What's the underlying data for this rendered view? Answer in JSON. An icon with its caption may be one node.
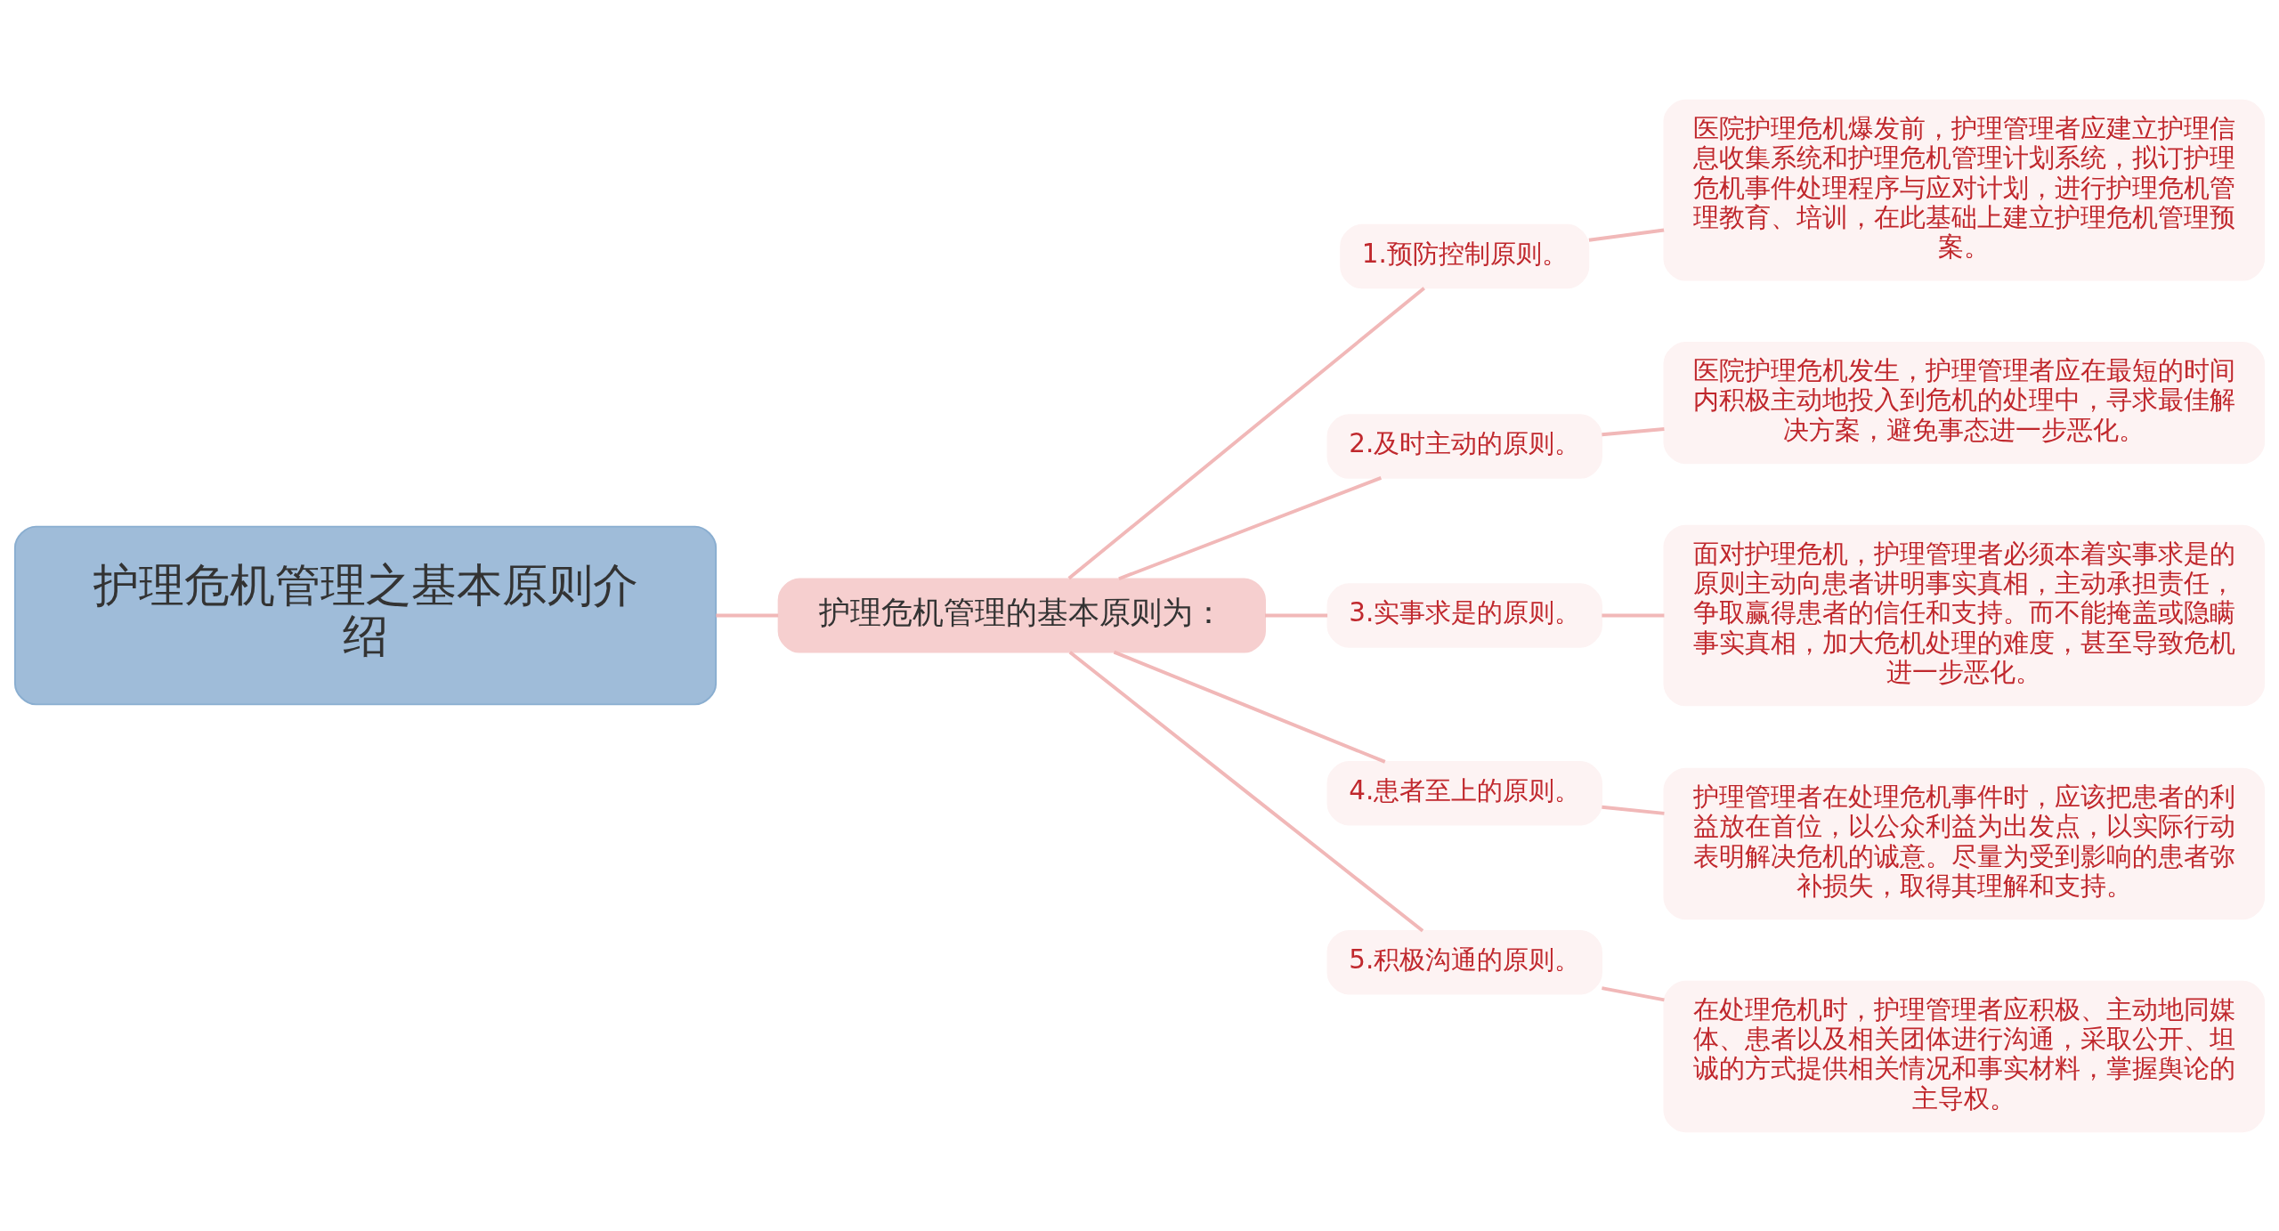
{
  "diagram": {
    "nodes": [
      {
        "text": [
          "护理危机管理之基本原则介绍"
        ]
      },
      {
        "text": [
          "护理危机管理的基本原则为："
        ]
      },
      {
        "text": [
          "1.预防控制原则。"
        ]
      },
      {
        "text": [
          "医院护理危机爆发前，护理管理者应建立护理信息收集系统和护理危机管理计划系统，拟订护理危机事件处理程序与应对计划，进行护理危机管理教育、培训，在此基础上建立护理危机管理预案。"
        ]
      },
      {
        "text": [
          "2.及时主动的原则。"
        ]
      },
      {
        "text": [
          "医院护理危机发生，护理管理者应在最短的时间内积极主动地投入到危机的处理中，寻求最佳解决方案，避免事态进一步恶化。"
        ]
      },
      {
        "text": [
          "3.实事求是的原则。"
        ]
      },
      {
        "text": [
          "面对护理危机，护理管理者必须本着实事求是的原则主动向患者讲明事实真相，主动承担责任，争取赢得患者的信任和支持。而不能掩盖或隐瞒事实真相，加大危机处理的难度，甚至导致危机进一步恶化。"
        ]
      },
      {
        "text": [
          "4.患者至上的原则。"
        ]
      },
      {
        "text": [
          "护理管理者在处理危机事件时，应该把患者的利益放在首位，以公众利益为出发点，以实际行动表明解决危机的诚意。尽量为受到影响的患者弥补损失，取得其理解和支持。"
        ]
      },
      {
        "text": [
          "5.积极沟通的原则。"
        ]
      },
      {
        "text": [
          "在处理危机时，护理管理者应积极、主动地同媒体、患者以及相关团体进行沟通，采取公开、坦诚的方式提供相关情况和事实材料，掌握舆论的主导权。"
        ]
      }
    ],
    "edges": [
      {
        "from": 0,
        "to": 1,
        "arrow": "none"
      },
      {
        "from": 1,
        "to": 2,
        "arrow": "none"
      },
      {
        "from": 2,
        "to": 3,
        "arrow": "none"
      },
      {
        "from": 1,
        "to": 4,
        "arrow": "none"
      },
      {
        "from": 4,
        "to": 5,
        "arrow": "none"
      },
      {
        "from": 1,
        "to": 6,
        "arrow": "none"
      },
      {
        "from": 6,
        "to": 7,
        "arrow": "none"
      },
      {
        "from": 1,
        "to": 8,
        "arrow": "none"
      },
      {
        "from": 8,
        "to": 9,
        "arrow": "none"
      },
      {
        "from": 1,
        "to": 10,
        "arrow": "none"
      },
      {
        "from": 10,
        "to": 11,
        "arrow": "none"
      }
    ]
  }
}
